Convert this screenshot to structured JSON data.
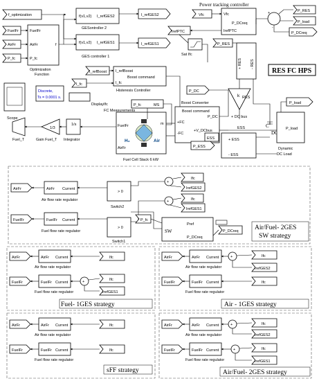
{
  "top": {
    "f_optimization": "f_optimization",
    "fuelfr": "FuelFr",
    "airfr": "AirFr",
    "p_fc": "P_fc",
    "opt_in1": "FuelFr",
    "opt_in2": "AirFr",
    "opt_in3": "P_fc",
    "opt_out": "f",
    "opt_label1": "Optimization",
    "opt_label2": "Function",
    "fcn": "f(v1,v2)",
    "ges2_out": "I_refGES2",
    "ges1_out": "I_refGES1",
    "ges2_goto": "I_refGES2",
    "ges1_goto": "I_refGES1",
    "ges2_label": "GESontroller 2",
    "ges1_label": "GES controller 1",
    "ptc_title": "Power tracking controller",
    "vfc": "Vfc",
    "ptc_in1": "Vfc",
    "ptc_in2": "P_DCreq",
    "ptc_out": "IrefPTC",
    "irefptc": "IrefPTC",
    "sat": "Sat Ifc",
    "p_res": "P_RES",
    "p_res2": "P_RES",
    "p_load": "P_load",
    "p_dcreq": "P_DCreq",
    "res_title": "RES FC HPS",
    "i_refboost_goto": "I_refBoost",
    "i_refboost": "I_refBoost",
    "boost_cmd": "Boost command",
    "i_fc_in": "I_fc",
    "i_fc_goto": "I_fc",
    "hyst": "Histeresis Controller",
    "display": "DisplayIfc",
    "discrete1": "Discrete,",
    "discrete2": "Ts = 0.0001 s.",
    "scope": "Scope",
    "fc_meas": "FC Measurements",
    "fc_out": "P_fc",
    "fc_ms": "MS",
    "fc_m": "m",
    "fc_fuelfr": "FuelFr",
    "fc_airfr": "AirFr",
    "h2": "H₂",
    "air": "Air",
    "fc_stack": "Fuel Cell Stack 6 kW",
    "gain": "1/3",
    "gain_label": "Gain Fuel_T",
    "integ": "1/s",
    "integ_label": "Integrator",
    "fuel_t": "Fuel_T",
    "p_dc": "P_DC",
    "boost_conv": "Boost Converter",
    "bc_cmd": "Boost command",
    "bc_pfc": "+FC",
    "bc_nfc": "-FC",
    "bc_pdc": "P_DC",
    "bc_vdc": "+V_DCbus",
    "dc_bus": "+ DC bus",
    "k_res": "k",
    "k_res_sub": "RES",
    "res_plus": "+ RES",
    "res_minus": "- RES",
    "ess": "ESS",
    "ess_plus": "+ ESS",
    "ess_minus": "- ESS",
    "ess_inner": "ESS",
    "p_ess": "P_ESS",
    "dc_label": "DC",
    "c_label": "C",
    "p_load_in": "P_load",
    "p_load_blk": "P_load",
    "load_label1": "Dynamic",
    "load_label2": "DC Load"
  },
  "sw": {
    "airfr": "AirFr",
    "fuelfr": "FuelFr",
    "afr_in": "AirFr",
    "afr_out": "Current",
    "afr_label": "Air flow rate regulator",
    "ffr_in": "FuelFr",
    "ffr_out": "Current",
    "ffr_label": "Fuel flow rate regulator",
    "switch2": "Switch2",
    "switch1": "Switch1",
    "gt0a": "> 0",
    "gt0b": "> 0",
    "ifc1": "Ifc",
    "iref2": "IrefGES2",
    "iref1": "IrefGES1",
    "ifc2": "Ifc",
    "p_fc": "P_fc",
    "pref": "Pref",
    "sw_blk": "SW",
    "p_dcreq": "P_DCreq",
    "pdcreq_in": "P_DCreq",
    "title1": "Air/Fuel- 2GES",
    "title2": "SW strategy"
  },
  "fuel1": {
    "airfr": "AirFr",
    "fuelfr": "FuelFr",
    "afr_in": "AirFr",
    "afr_out": "Current",
    "afr_label": "Air flow rate regulator",
    "ffr_in": "FuelFr",
    "ffr_out": "Current",
    "ffr_label": "Fuel flow rate regulator",
    "ifc1": "Ifc",
    "ifc2": "Ifc",
    "iref": "IrefGES1",
    "title": "Fuel- 1GES strategy"
  },
  "air1": {
    "airfr": "AirFr",
    "fuelfr": "FuelFr",
    "afr_in": "AirFr",
    "afr_out": "Current",
    "afr_label": "Air flow rate regulator",
    "ffr_in": "FuelFr",
    "ffr_out": "Current",
    "ffr_label": "Fuel flow rate regulator",
    "ifc1": "Ifc",
    "ifc2": "Ifc",
    "iref": "IrefGES2",
    "title": "Air - 1GES strategy"
  },
  "sff": {
    "airfr": "AirFr",
    "fuelfr": "FuelFr",
    "afr_in": "AirFr",
    "afr_out": "Current",
    "afr_label": "Air flow rate regulator",
    "ffr_in": "FuelFr",
    "ffr_out": "Current",
    "ffr_label": "Fuel flow rate regulator",
    "ifc1": "Ifc",
    "ifc2": "Ifc",
    "title": "sFF strategy"
  },
  "af2": {
    "airfr": "AirFr",
    "fuelfr": "FuelFr",
    "afr_in": "AirFr",
    "afr_out": "Current",
    "afr_label": "Air flow rate regulator",
    "ffr_in": "FuelFr",
    "ffr_out": "Current",
    "ffr_label": "Fuel flow rate regulator",
    "ifc1": "Ifc",
    "iref2": "IrefGES2",
    "ifc2": "Ifc",
    "iref1": "IrefGES1",
    "title": "Air/Fuel- 2GES strategy"
  }
}
